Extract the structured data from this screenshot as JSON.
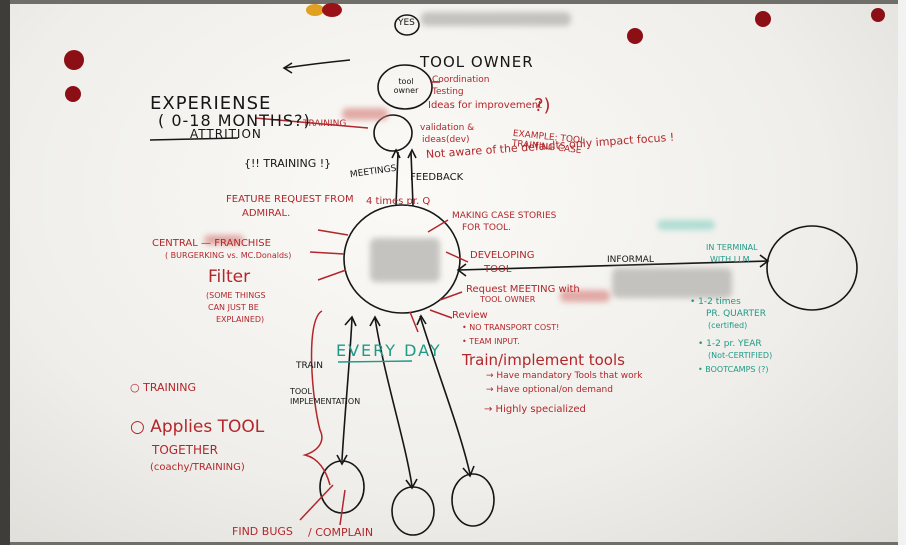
{
  "title": "TOOL OWNER",
  "yes_label": "YES",
  "experience": {
    "line1": "EXPERIENSE",
    "line2": "( 0-18 MONTHS?)",
    "line3": "ATTRITION",
    "training_note": "{!! TRAINING !}"
  },
  "owner_roles": {
    "circle_label": "tool owner",
    "items": [
      "Coordination",
      "Testing",
      "Ideas for improvement"
    ],
    "mark": "?)"
  },
  "training_side": "TRAINING",
  "validation": {
    "line1": "validation &",
    "line2": "ideas(dev)",
    "line3": "Not aware of the defaults only impact focus !"
  },
  "example": "EXAMPLE: TOOL TRAINING CASE",
  "meetings": "MEETINGS",
  "feedback": "FEEDBACK",
  "feature_request": {
    "line1": "FEATURE REQUEST FROM",
    "line2": "ADMIRAL.",
    "line3": "4 times pr. Q"
  },
  "making_case": {
    "line1": "MAKING CASE STORIES",
    "line2": "FOR TOOL."
  },
  "central": {
    "line1": "CENTRAL — FRANCHISE",
    "line2": "( BURGERKING vs. MC.Donalds)"
  },
  "developing": {
    "line1": "DEVELOPING",
    "line2": "TOOL"
  },
  "informal": "INFORMAL",
  "filter": {
    "title": "Filter",
    "line1": "(SOME THINGS",
    "line2": "CAN JUST BE",
    "line3": "EXPLAINED)"
  },
  "request_meeting": {
    "line1": "Request MEETING with",
    "line2": "TOOL OWNER"
  },
  "review": {
    "title": "Review",
    "item1": "• NO TRANSPORT COST!",
    "item2": "• TEAM INPUT."
  },
  "in_terminal": {
    "line1": "IN TERMINAL",
    "line2": "WITH LLM"
  },
  "quarter": {
    "item1": "• 1-2 times",
    "item2": "PR. QUARTER",
    "item3": "(certified)",
    "item4": "• 1-2 pr. YEAR",
    "item5": "(Not-CERTIFIED)",
    "item6": "• BOOTCAMPS (?)"
  },
  "every_day": "EVERY DAY",
  "train_implement": {
    "title": "Train/implement tools",
    "item1": "→ Have mandatory Tools that work",
    "item2": "→ Have optional/on demand",
    "item3": "→ Highly specialized"
  },
  "left_list": {
    "item1": "○ TRAINING",
    "item2": "○ Applies TOOL",
    "item3": "TOGETHER",
    "item4": "(coachy/TRAINING)"
  },
  "train_label": "TRAIN",
  "tool_impl": {
    "line1": "TOOL",
    "line2": "IMPLEMENTATION"
  },
  "bottom": {
    "find_bugs": "FIND BUGS",
    "complain": "/ COMPLAIN"
  },
  "colors": {
    "red_marker": "#b3262b",
    "black_marker": "#161616",
    "teal_marker": "#1f9a86",
    "board": "#f1f0ec"
  }
}
